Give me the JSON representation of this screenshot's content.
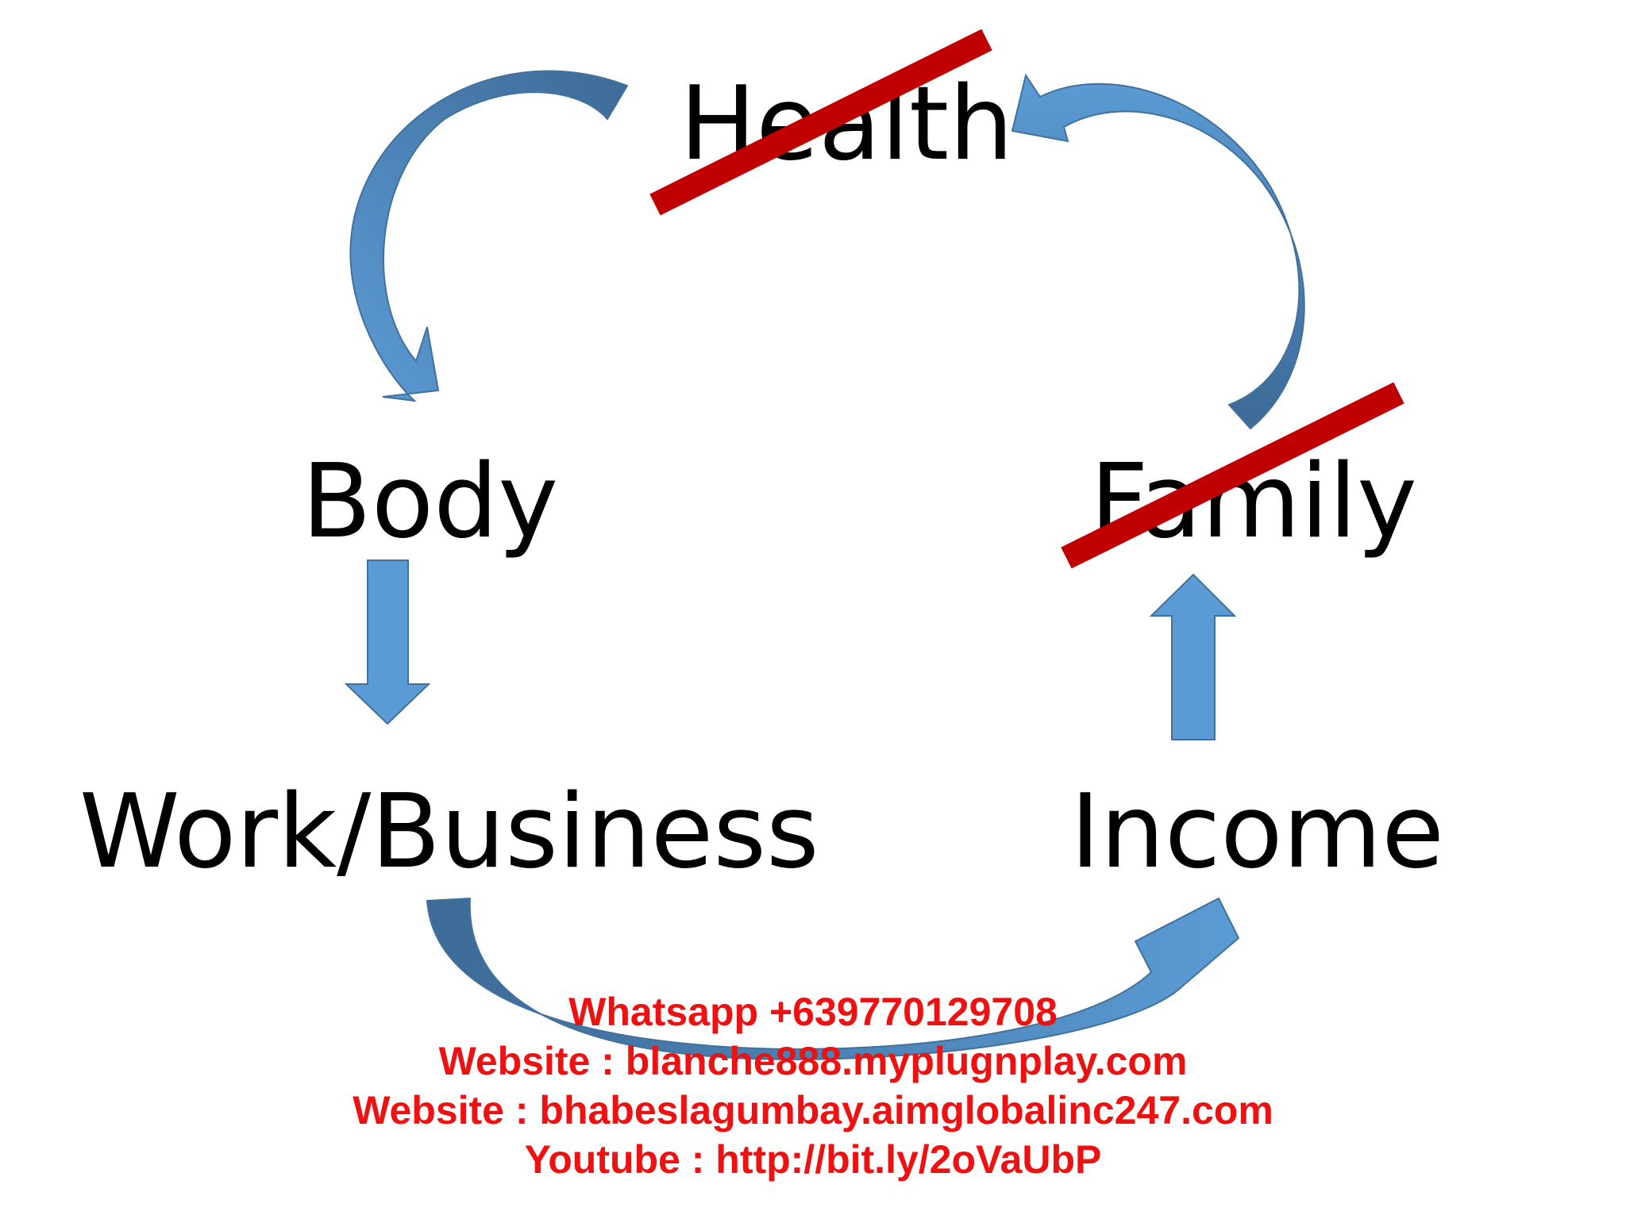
{
  "nodes": {
    "health": "Health",
    "body": "Body",
    "work_business": "Work/Business",
    "income": "Income",
    "family": "Family"
  },
  "crossed_out": [
    "Health",
    "Family"
  ],
  "contacts": {
    "whatsapp": "Whatsapp +639770129708",
    "website_1": "Website : blanche888.myplugnplay.com",
    "website_2": "Website :  bhabeslagumbay.aimglobalinc247.com",
    "youtube": "Youtube : http://bit.ly/2oVaUbP"
  },
  "colors": {
    "arrow_light": "#5b9bd5",
    "arrow_dark": "#41719c",
    "strike": "#c00000",
    "contact_text": "#ee1111"
  }
}
